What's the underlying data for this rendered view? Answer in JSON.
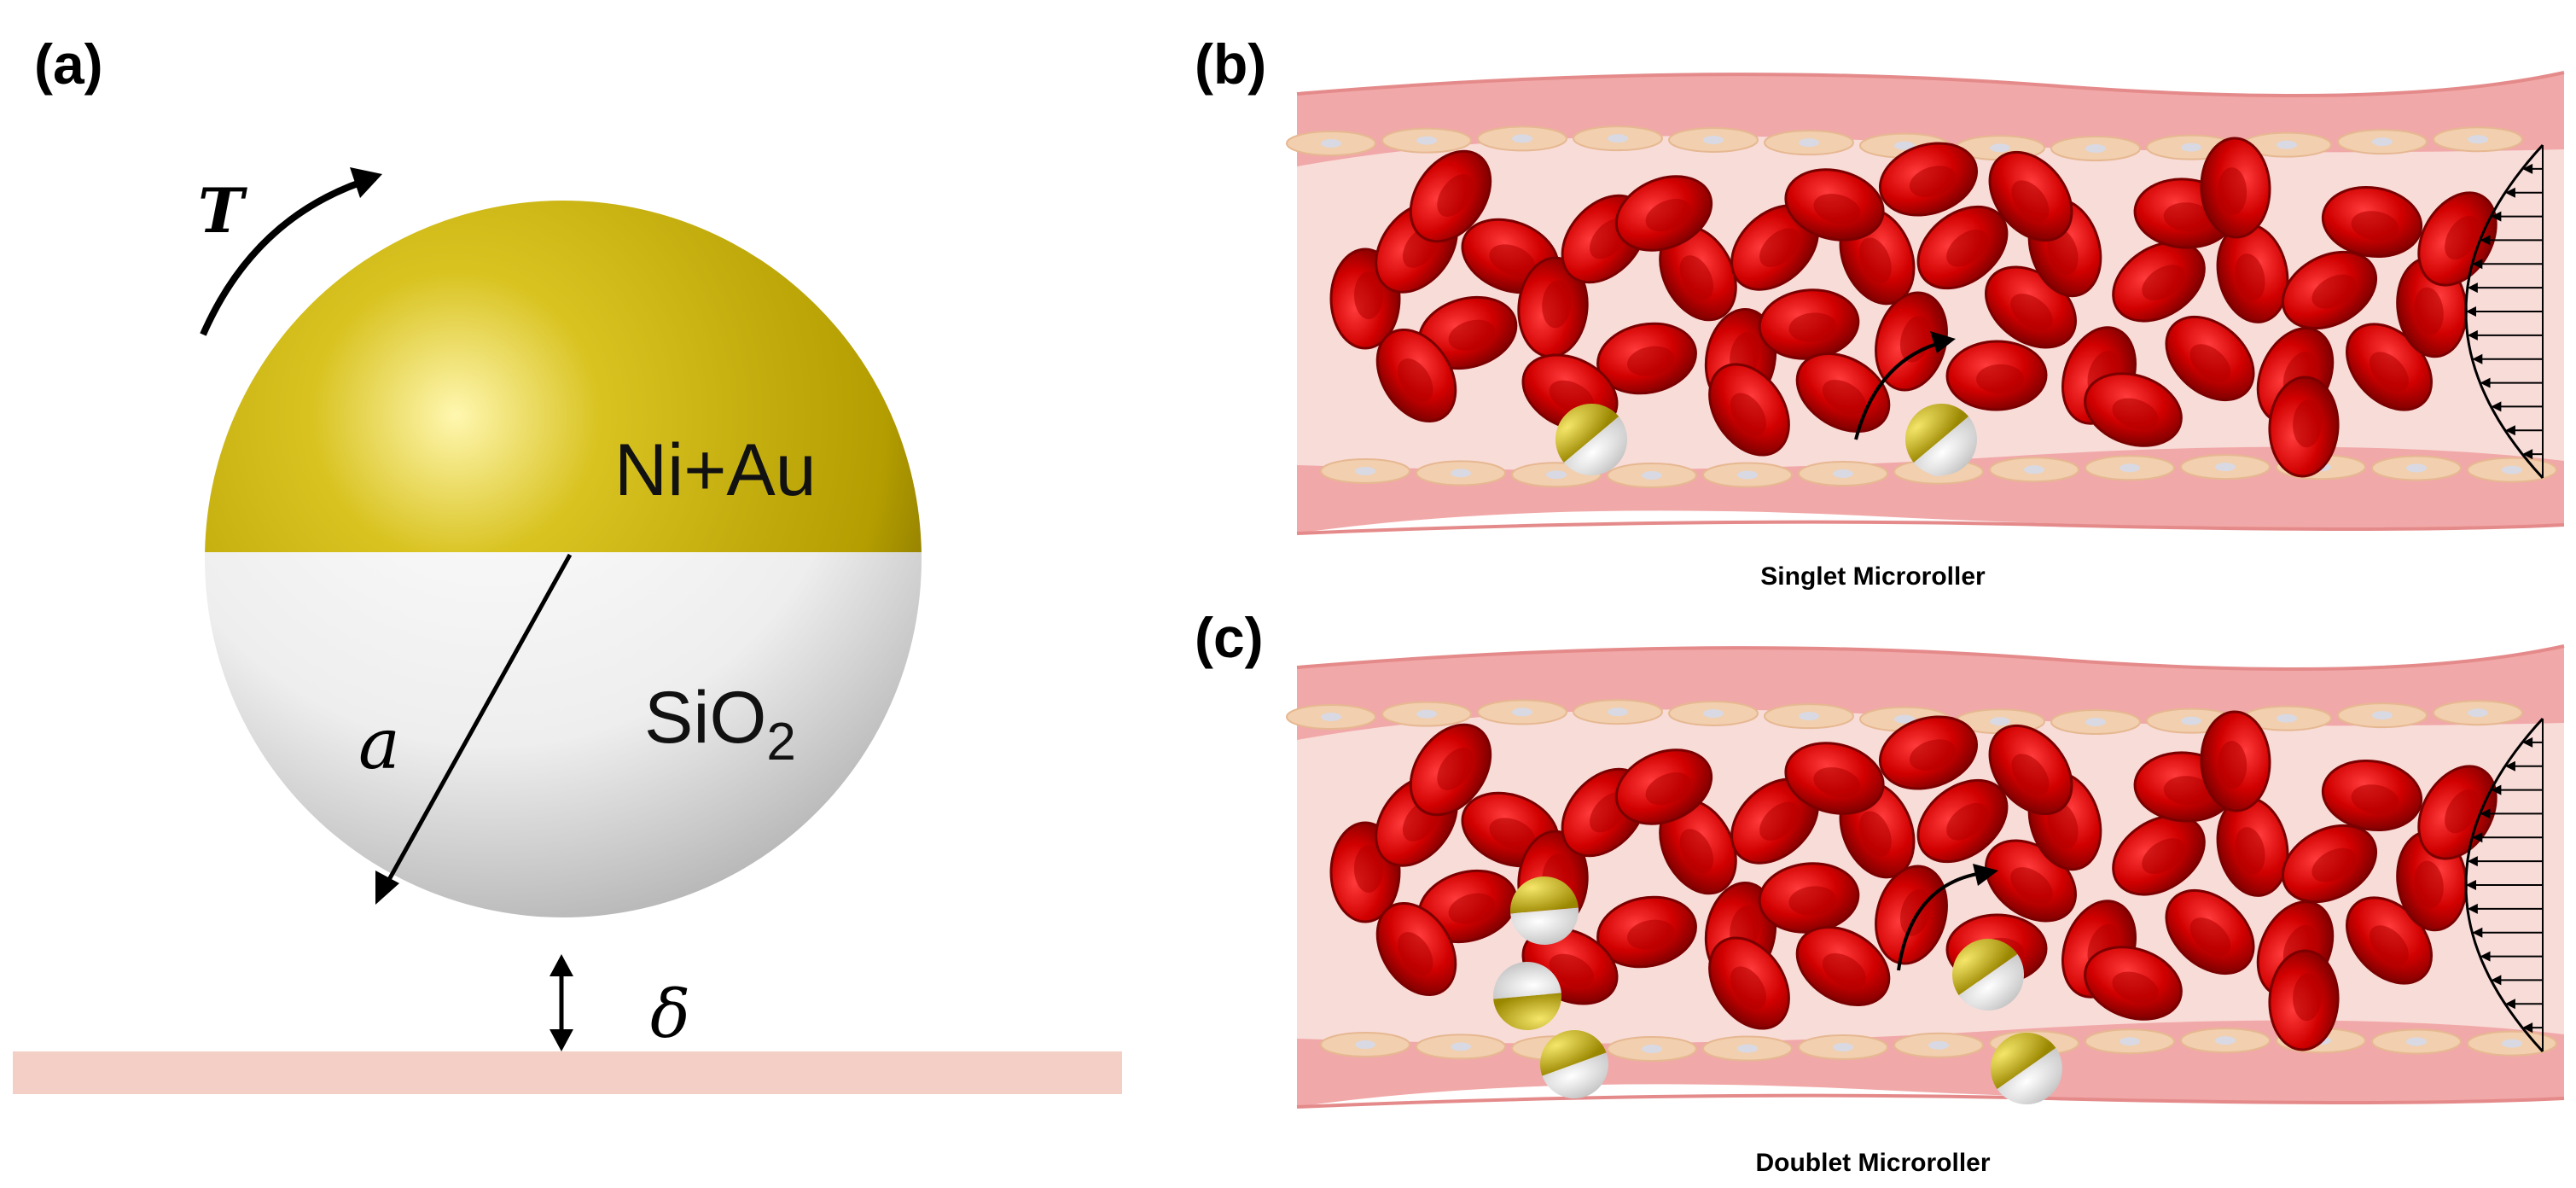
{
  "panels": {
    "a": {
      "label": "(a)",
      "torque_symbol": "T",
      "cap_material": "Ni+Au",
      "body_material": "SiO",
      "body_subscript": "2",
      "radius_symbol": "a",
      "gap_symbol": "δ"
    },
    "b": {
      "label": "(b)",
      "caption": "Singlet Microroller"
    },
    "c": {
      "label": "(c)",
      "caption": "Doublet Microroller"
    }
  },
  "colors": {
    "cap": "#c9b400",
    "body": "#f2f2f2",
    "surface": "#f3cfc6",
    "vessel_wall": "#f1a8a8",
    "vessel_lumen": "#f8dcd8",
    "endothelial_cell": "#f2cfae",
    "rbc": "#c00000",
    "rbc_dark": "#7a0000"
  },
  "icons": {
    "torque": "curved-arrow-icon",
    "flow": "parabolic-flow-profile-icon"
  }
}
